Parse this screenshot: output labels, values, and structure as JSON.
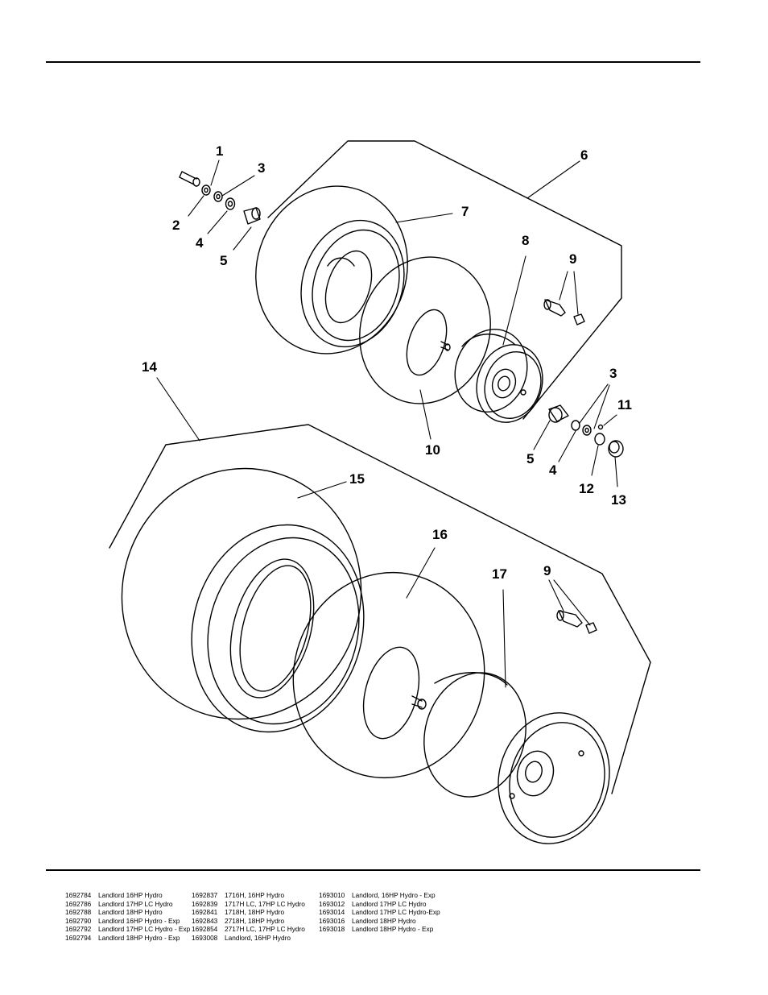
{
  "callouts": {
    "c1": "1",
    "c2": "2",
    "c3a": "3",
    "c4a": "4",
    "c5a": "5",
    "c6": "6",
    "c7": "7",
    "c8": "8",
    "c9a": "9",
    "c10": "10",
    "c3b": "3",
    "c11": "11",
    "c5b": "5",
    "c4b": "4",
    "c12": "12",
    "c13": "13",
    "c14": "14",
    "c15": "15",
    "c16": "16",
    "c17": "17",
    "c9b": "9"
  },
  "models": [
    [
      {
        "code": "1692784",
        "name": "Landlord 16HP Hydro"
      },
      {
        "code": "1692786",
        "name": "Landlord 17HP LC Hydro"
      },
      {
        "code": "1692788",
        "name": "Landlord 18HP Hydro"
      },
      {
        "code": "1692790",
        "name": "Landlord 16HP Hydro - Exp"
      },
      {
        "code": "1692792",
        "name": "Landlord 17HP LC Hydro - Exp"
      },
      {
        "code": "1692794",
        "name": "Landlord 18HP Hydro - Exp"
      }
    ],
    [
      {
        "code": "1692837",
        "name": "1716H, 16HP Hydro"
      },
      {
        "code": "1692839",
        "name": "1717H LC, 17HP LC Hydro"
      },
      {
        "code": "1692841",
        "name": "1718H, 18HP Hydro"
      },
      {
        "code": "1692843",
        "name": "2718H, 18HP Hydro"
      },
      {
        "code": "1692854",
        "name": "2717H LC, 17HP LC Hydro"
      },
      {
        "code": "1693008",
        "name": "Landlord, 16HP Hydro"
      }
    ],
    [
      {
        "code": "1693010",
        "name": "Landlord, 16HP Hydro - Exp"
      },
      {
        "code": "1693012",
        "name": "Landlord 17HP LC Hydro"
      },
      {
        "code": "1693014",
        "name": "Landlord 17HP LC Hydro-Exp"
      },
      {
        "code": "1693016",
        "name": "Landlord 18HP Hydro"
      },
      {
        "code": "1693018",
        "name": "Landlord 18HP Hydro - Exp"
      }
    ]
  ]
}
